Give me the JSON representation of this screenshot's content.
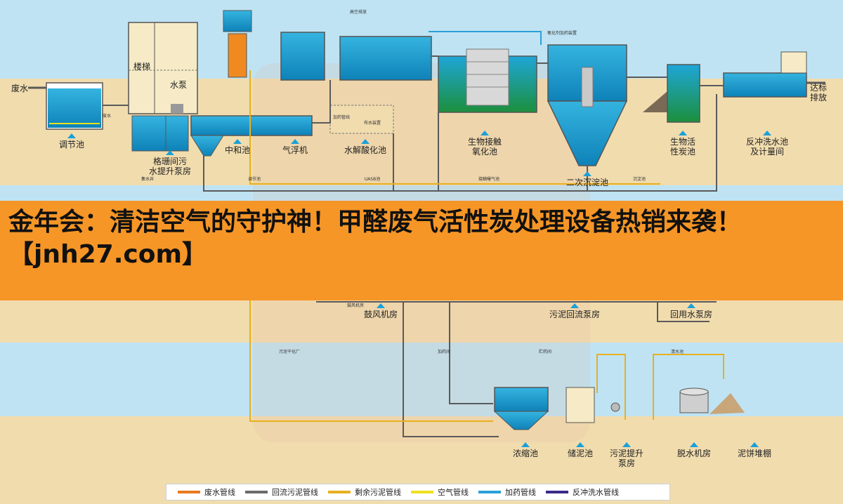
{
  "banner": {
    "text": "金年会：清洁空气的守护神！甲醛废气活性炭处理设备热销来袭！【jnh27.com】"
  },
  "flow": {
    "inlet": "废水",
    "outlet": "达标\n排放",
    "units": {
      "regulating_tank": "调节池",
      "screen_pump_room": "格珊间污\n水提升泵房",
      "stairs": "楼梯",
      "pump": "水泵",
      "neutralization_tank": "中和池",
      "air_flotation": "气浮机",
      "hydrolysis_tank": "水解酸化池",
      "contact_oxidation_tank": "生物接触\n氧化池",
      "secondary_clarifier": "二次沉淀池",
      "bio_activated_carbon_tank": "生物活\n性炭池",
      "backwash_tank": "反冲洗水池\n及计量间",
      "blower_room": "鼓风机房",
      "sludge_return_pump_room": "污泥回流泵房",
      "reuse_pump_room": "回用水泵房",
      "thickener": "浓缩池",
      "sludge_tank": "储泥池",
      "sludge_lift_pump_room": "污泥提升\n泵房",
      "dewatering_room": "脱水机房",
      "cake_shed": "泥饼堆棚"
    },
    "small_labels": {
      "high_exhaust": "高空排放",
      "dosing_room": "氧化剂加药装置",
      "waste_water": "废水",
      "sump": "集水井",
      "regulating": "调节池",
      "uasb": "UASB池",
      "contact_aeration": "接触曝气池",
      "sedimentation": "沉淀池",
      "dosing_pipe": "加药管线",
      "distribution": "布水装置",
      "sludge_dryer": "污泥干化厂",
      "dosing": "加药间",
      "storage": "贮药间",
      "clear_tank": "清水池",
      "blower_label": "鼓风机房"
    }
  },
  "legend": [
    {
      "label": "废水管线",
      "color": "#e87a1e"
    },
    {
      "label": "回流污泥管线",
      "color": "#6b6b6b"
    },
    {
      "label": "剩余污泥管线",
      "color": "#e8b020"
    },
    {
      "label": "空气管线",
      "color": "#f0e020"
    },
    {
      "label": "加药管线",
      "color": "#2aa0d8"
    },
    {
      "label": "反冲洗水管线",
      "color": "#3a2a8a"
    }
  ],
  "colors": {
    "sky": "#bfe3f3",
    "ground": "#f1dcae",
    "water": "#1e9ccf",
    "water_dark": "#0d7db5",
    "biofilm": "#2e9e4e",
    "banner": "#f6921e",
    "pipe": "#5a5a5a"
  }
}
